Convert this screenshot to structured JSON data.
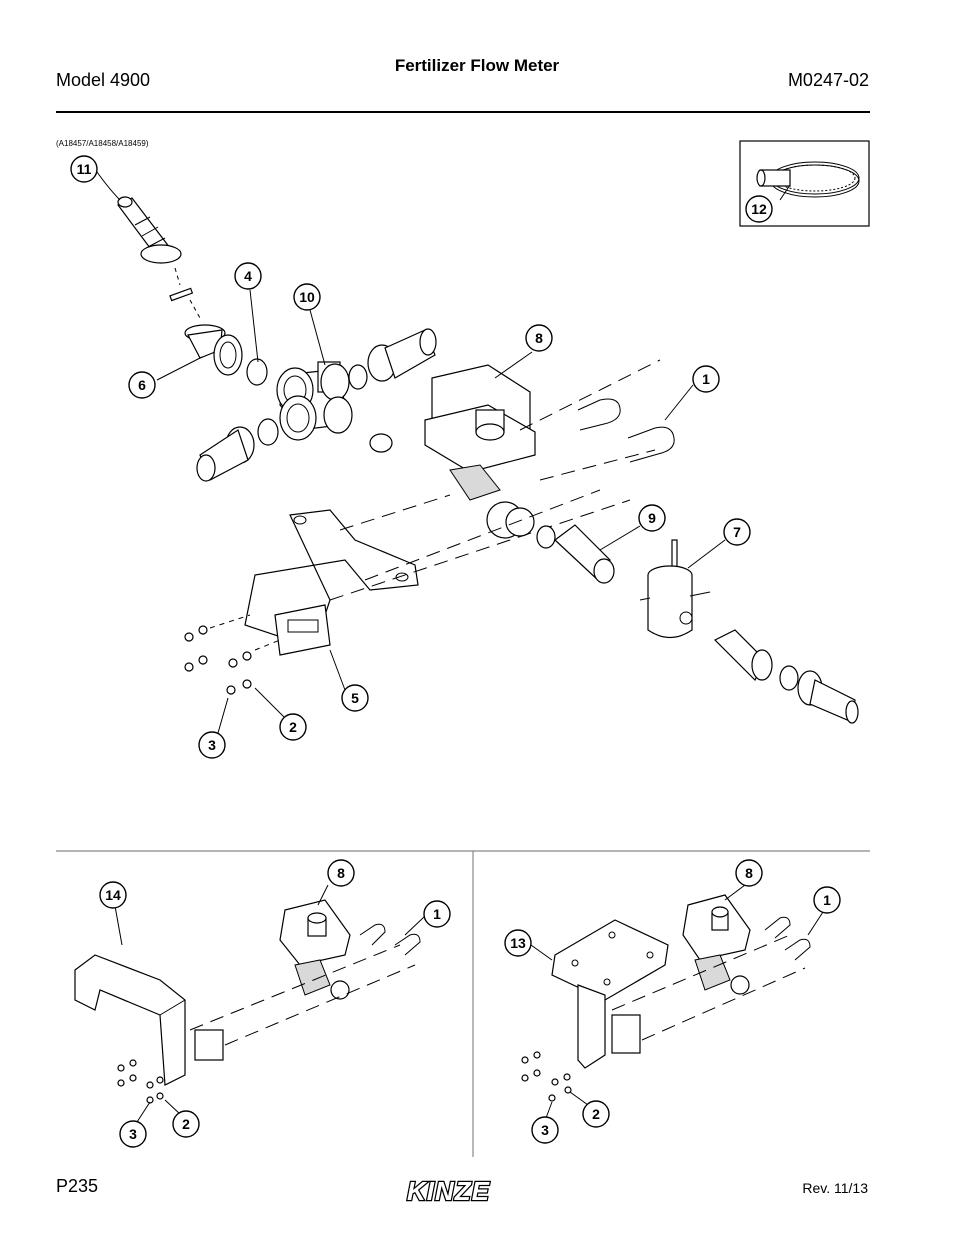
{
  "header": {
    "model": "Model 4900",
    "title": "Fertilizer Flow Meter",
    "doc_number": "M0247-02"
  },
  "part_numbers": "(A18457/A18458/A18459)",
  "callouts": {
    "main": [
      "11",
      "4",
      "10",
      "8",
      "1",
      "6",
      "12",
      "9",
      "7",
      "5",
      "2",
      "3"
    ],
    "lower_left": [
      "14",
      "8",
      "1",
      "2",
      "3"
    ],
    "lower_right": [
      "13",
      "8",
      "1",
      "2",
      "3"
    ]
  },
  "footer": {
    "page": "P235",
    "logo": "KINZE",
    "revision": "Rev. 11/13"
  }
}
